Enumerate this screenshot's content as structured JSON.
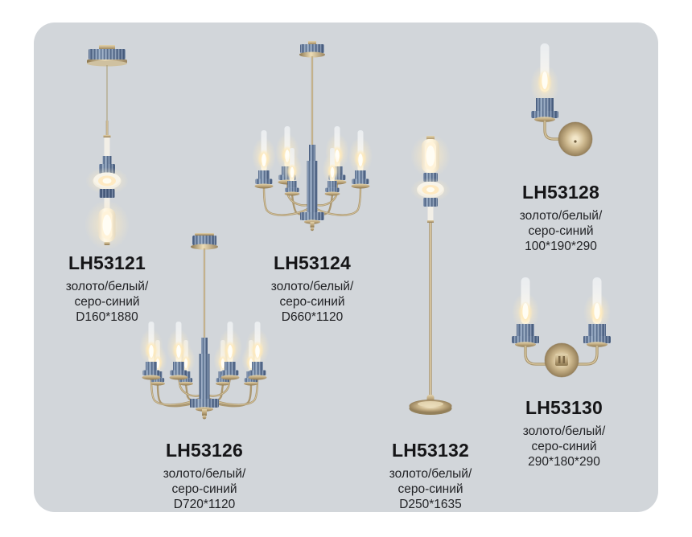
{
  "page": {
    "background": "#ffffff",
    "card_background": "#d2d6da"
  },
  "colors": {
    "ceramic_blue": "#6d83a1",
    "brass_gold": "#b7a37c",
    "glass_glow": "#ffedc4",
    "text": "#1b1b1d"
  },
  "products": [
    {
      "code": "LH53121",
      "finish": "золото/белый/",
      "color": "серо-синий",
      "size": "D160*1880",
      "kind": "pendant-lamp"
    },
    {
      "code": "LH53124",
      "finish": "золото/белый/",
      "color": "серо-синий",
      "size": "D660*1120",
      "kind": "chandelier-6-arm"
    },
    {
      "code": "LH53128",
      "finish": "золото/белый/",
      "color": "серо-синий",
      "size": "100*190*290",
      "kind": "wall-sconce-single"
    },
    {
      "code": "LH53126",
      "finish": "золото/белый/",
      "color": "серо-синий",
      "size": "D720*1120",
      "kind": "chandelier-8-arm"
    },
    {
      "code": "LH53132",
      "finish": "золото/белый/",
      "color": "серо-синий",
      "size": "D250*1635",
      "kind": "floor-lamp"
    },
    {
      "code": "LH53130",
      "finish": "золото/белый/",
      "color": "серо-синий",
      "size": "290*180*290",
      "kind": "wall-sconce-double"
    }
  ]
}
